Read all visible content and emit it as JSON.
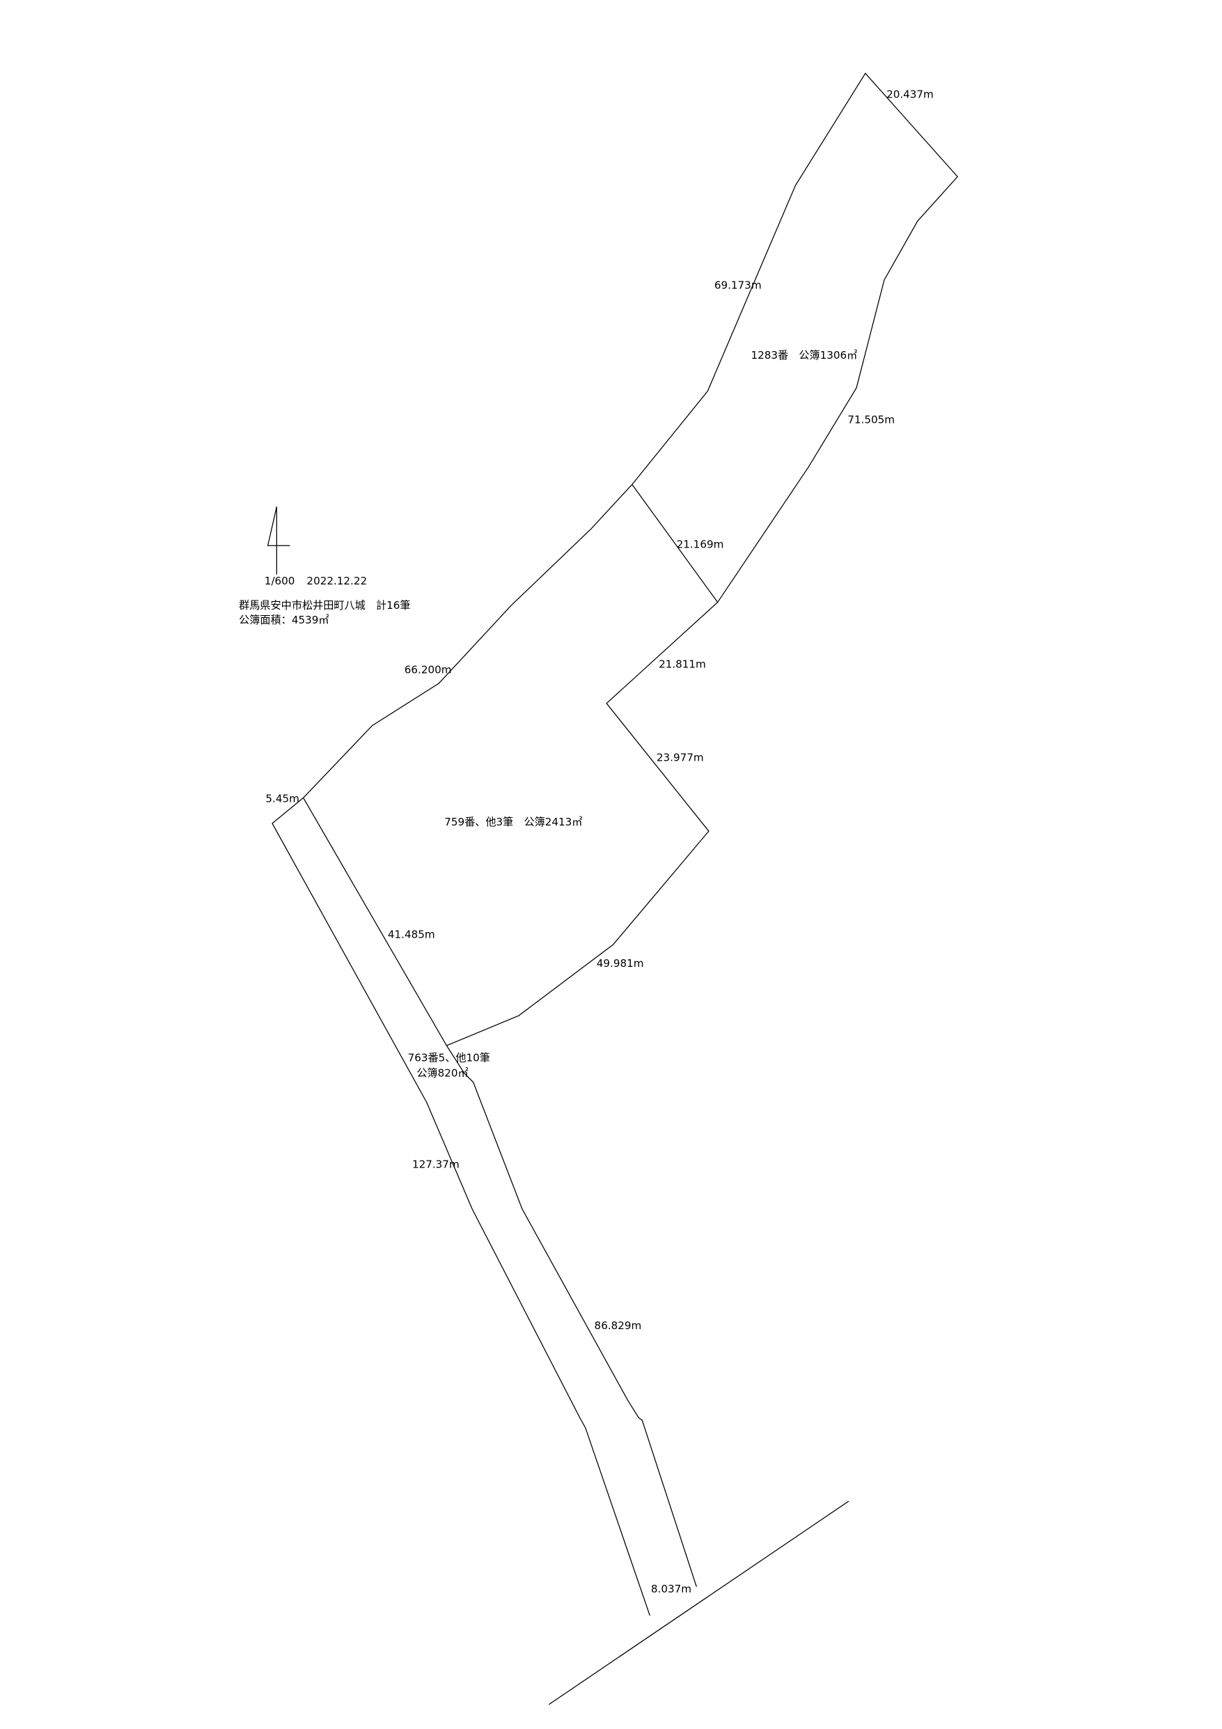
{
  "legend": {
    "scale": "1/600",
    "date": "2022.12.22",
    "location": "群馬県安中市松井田町八城　計16筆",
    "total_area": "公簿面積：4539㎡"
  },
  "parcels": {
    "p1283": "1283番　公簿1306㎡",
    "p759": "759番、他3筆　公簿2413㎡",
    "p763_line1": "763番5、他10筆",
    "p763_line2": "公簿820㎡"
  },
  "dimensions": {
    "d1": "20.437m",
    "d2": "69.173m",
    "d3": "71.505m",
    "d4": "21.169m",
    "d5": "21.811m",
    "d6": "66.200m",
    "d7": "23.977m",
    "d8": "5.45m",
    "d9": "41.485m",
    "d10": "49.981m",
    "d11": "127.37m",
    "d12": "86.829m",
    "d13": "8.037m"
  }
}
